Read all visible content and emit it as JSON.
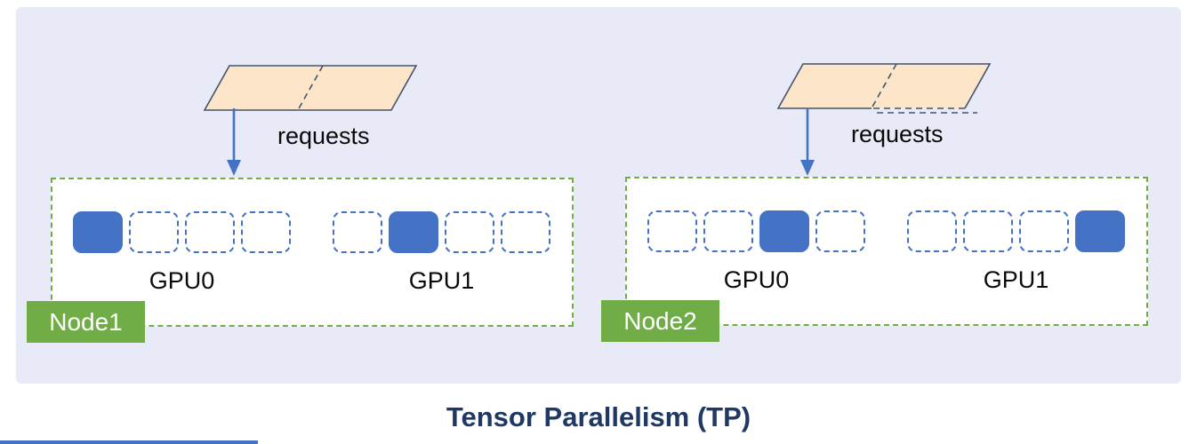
{
  "title": "Tensor Parallelism (TP)",
  "requests_label": "requests",
  "nodes": [
    {
      "name": "Node1",
      "gpus": [
        {
          "label": "GPU0",
          "slots": [
            "filled",
            "empty",
            "empty",
            "empty"
          ]
        },
        {
          "label": "GPU1",
          "slots": [
            "empty",
            "filled",
            "empty",
            "empty"
          ]
        }
      ]
    },
    {
      "name": "Node2",
      "gpus": [
        {
          "label": "GPU0",
          "slots": [
            "empty",
            "empty",
            "filled",
            "empty"
          ]
        },
        {
          "label": "GPU1",
          "slots": [
            "empty",
            "empty",
            "empty",
            "filled"
          ]
        }
      ]
    }
  ],
  "colors": {
    "slot_blue": "#4472C4",
    "node_green": "#70AD47",
    "request_fill": "#FCE5C9",
    "request_border": "#44546A",
    "title_navy": "#203864",
    "panel_bg": "#E9EAF8",
    "arrow_blue": "#4472C4"
  }
}
